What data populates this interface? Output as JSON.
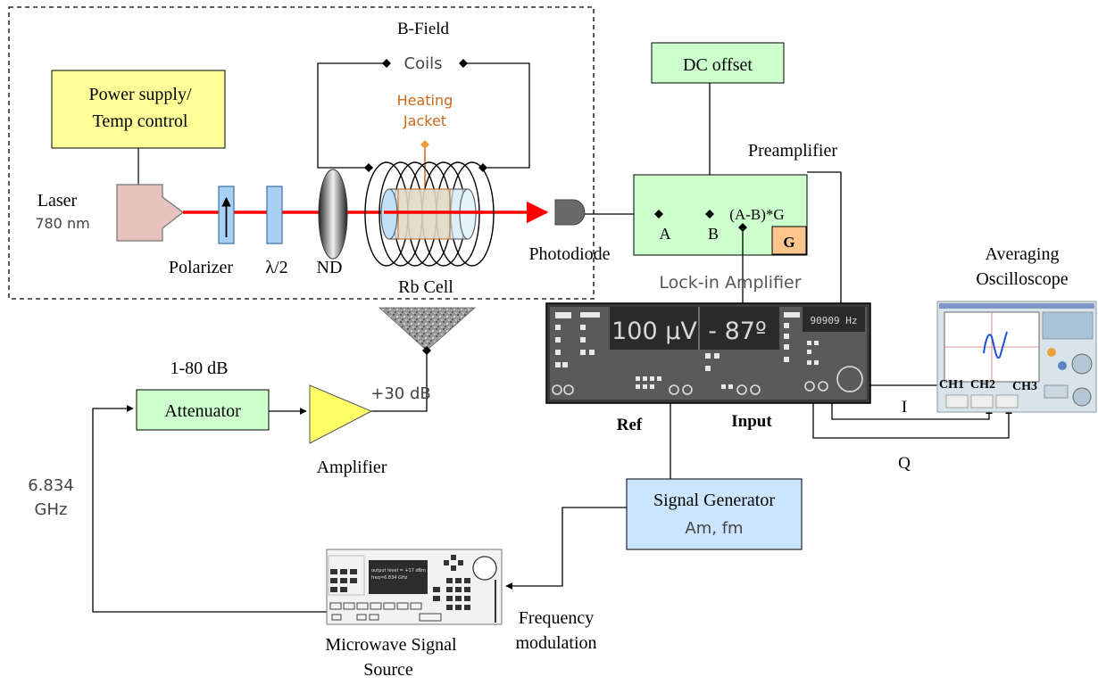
{
  "labels": {
    "bfield": "B-Field",
    "coils": "Coils",
    "heating_line1": "Heating",
    "heating_line2": "Jacket",
    "power_line1": "Power supply/",
    "power_line2": "Temp control",
    "laser": "Laser",
    "laser_nm": "780 nm",
    "polarizer": "Polarizer",
    "lambda2": "λ/2",
    "nd": "ND",
    "rb_cell": "Rb Cell",
    "photodiode": "Photodiode",
    "dc_offset": "DC offset",
    "preamplifier": "Preamplifier",
    "pre_a": "A",
    "pre_b": "B",
    "pre_formula": "(A-B)*G",
    "pre_g": "G",
    "lockin": "Lock-in Amplifier",
    "lockin_amp": "100 µV",
    "lockin_phase": "- 87º",
    "lockin_freq": "90909 Hz",
    "ref": "Ref",
    "input": "Input",
    "averaging_line1": "Averaging",
    "averaging_line2": "Oscilloscope",
    "ch1": "CH1",
    "ch2": "CH2",
    "ch3": "CH3",
    "i": "I",
    "q": "Q",
    "attn_db": "1-80 dB",
    "attenuator": "Attenuator",
    "amp_gain": "+30 dB",
    "amplifier": "Amplifier",
    "freq_line1": "6.834",
    "freq_line2": "GHz",
    "siggen_line1": "Signal Generator",
    "siggen_line2": "Am, fm",
    "mw_line1": "Microwave Signal",
    "mw_line2": "Source",
    "mw_screen1": "output level = +17 dBm",
    "mw_screen2": "freq=6.834 GHz",
    "fm_line1": "Frequency",
    "fm_line2": "modulation"
  },
  "colors": {
    "beam": "#ff0000",
    "yellow_box": "#ffff99",
    "green_box": "#ccffcc",
    "blue_box": "#cce5ff",
    "heating": "#c8691a",
    "laser_body": "#e6c3bf",
    "amp_triangle": "#ffff66",
    "g_box": "#ffc58c"
  }
}
